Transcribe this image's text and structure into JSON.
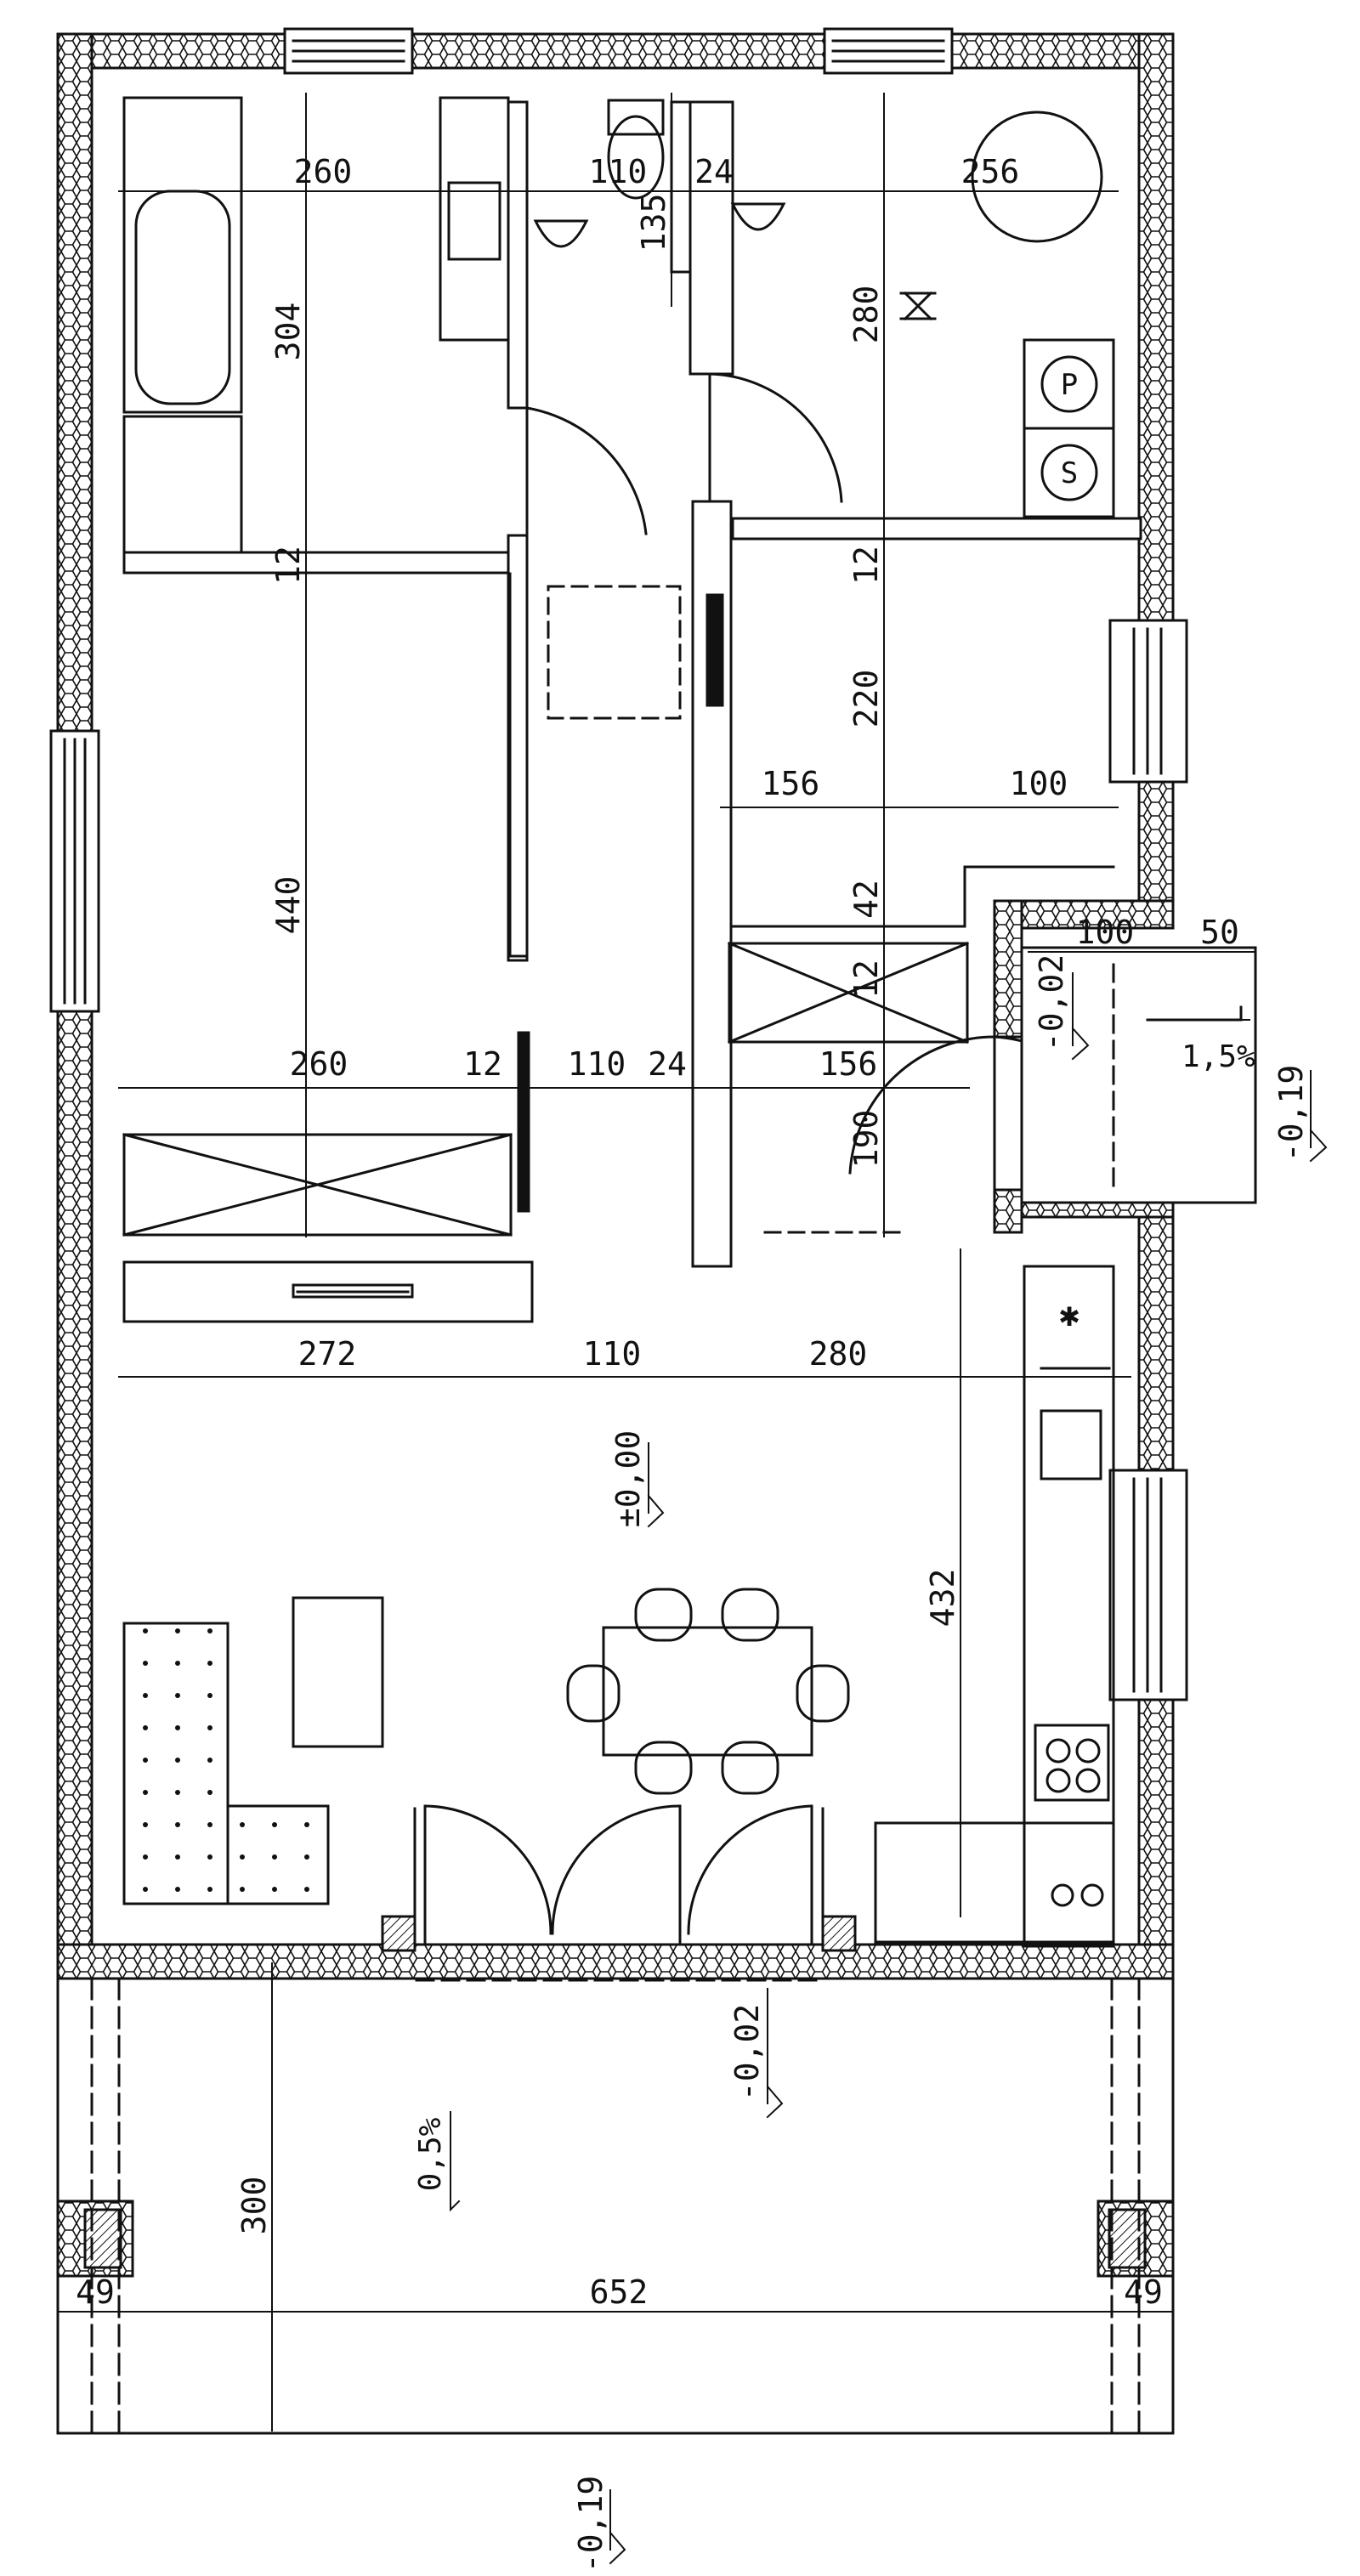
{
  "colors": {
    "line": "#111111",
    "wall_fill": "#ffffff",
    "background": "#ffffff"
  },
  "dimensions": {
    "bath_width": "260",
    "wc_width": "110",
    "partition_24_top": "24",
    "utility_width": "256",
    "bath_depth": "304",
    "wc_depth": "135",
    "utility_depth": "280",
    "wall_12_bath": "12",
    "bedroom_depth": "440",
    "wall_12_utility": "12",
    "room_depth_220": "220",
    "room_width_156": "156",
    "room_width_100": "100",
    "gap_42": "42",
    "gap_12_closet": "12",
    "porch_100": "100",
    "porch_50": "50",
    "bedroom_width": "260",
    "wall_12_mid": "12",
    "hall_width": "110",
    "partition_24_mid": "24",
    "room_width_156_b": "156",
    "closet_190": "190",
    "living_272": "272",
    "living_110": "110",
    "living_280": "280",
    "living_depth": "432",
    "terrace_depth": "300",
    "column_left": "49",
    "terrace_width": "652",
    "column_right": "49"
  },
  "levels": {
    "floor": "±0,00",
    "porch_level": "-0,02",
    "porch_outer": "-0,19",
    "terrace_level": "-0,02",
    "terrace_outer": "-0,19"
  },
  "slopes": {
    "porch": "1,5%",
    "terrace": "0,5%"
  },
  "appliances": {
    "dryer": "P",
    "washer": "S"
  },
  "fixtures": {
    "hood_symbol": "✱"
  }
}
